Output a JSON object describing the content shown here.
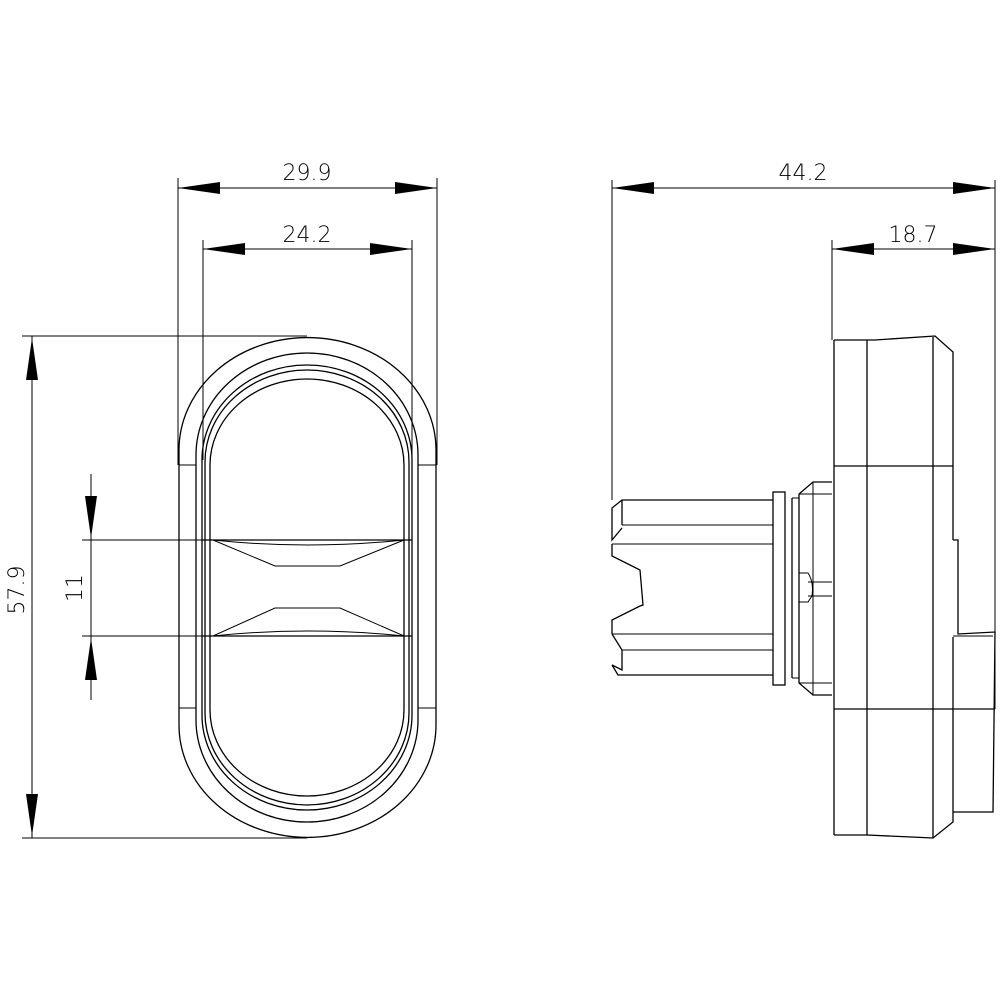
{
  "drawing": {
    "type": "technical-dimension-drawing",
    "subject": "double pushbutton",
    "views": [
      "front-view",
      "side-view"
    ]
  },
  "dimensions": {
    "front_outer_width": "29.9",
    "front_inner_width": "24.2",
    "front_height": "57.9",
    "front_center_gap": "11",
    "side_total_depth": "44.2",
    "side_body_depth": "18.7"
  },
  "colors": {
    "line": "#000000",
    "background": "#ffffff"
  }
}
